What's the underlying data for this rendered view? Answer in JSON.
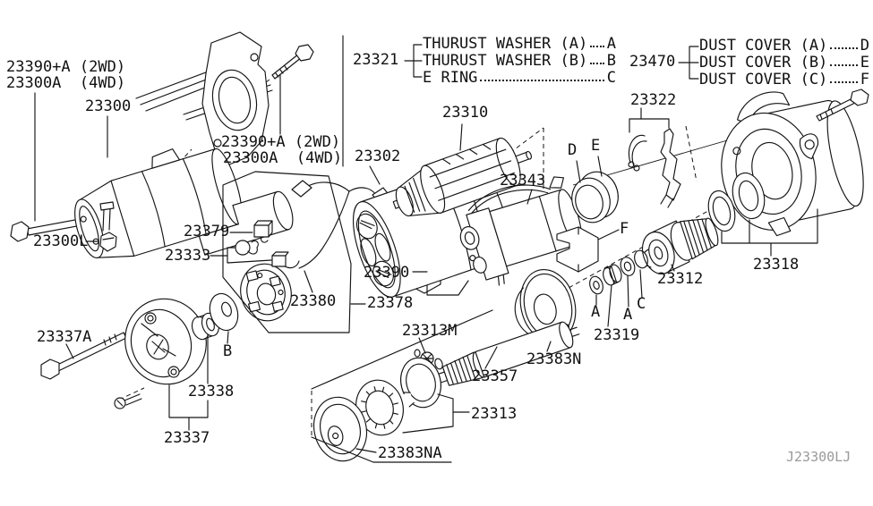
{
  "diagram": {
    "figure_code": "J23300LJ",
    "legends": [
      {
        "code": "23321",
        "items": [
          {
            "name": "THURUST WASHER (A)",
            "key": "A"
          },
          {
            "name": "THURUST WASHER (B)",
            "key": "B"
          },
          {
            "name": "E RING",
            "key": "C"
          }
        ]
      },
      {
        "code": "23470",
        "items": [
          {
            "name": "DUST COVER (A)",
            "key": "D"
          },
          {
            "name": "DUST COVER (B)",
            "key": "E"
          },
          {
            "name": "DUST COVER (C)",
            "key": "F"
          }
        ]
      }
    ],
    "labels": [
      {
        "text": "23390+A (2WD)"
      },
      {
        "text": "23300A  (4WD)"
      },
      {
        "text": "23300"
      },
      {
        "text": "23390+A (2WD)"
      },
      {
        "text": "23300A  (4WD)"
      },
      {
        "text": "23300L"
      },
      {
        "text": "23379"
      },
      {
        "text": "23333"
      },
      {
        "text": "23380"
      },
      {
        "text": "23378"
      },
      {
        "text": "23390"
      },
      {
        "text": "23302"
      },
      {
        "text": "23310"
      },
      {
        "text": "23343"
      },
      {
        "text": "D"
      },
      {
        "text": "E"
      },
      {
        "text": "23322"
      },
      {
        "text": "F"
      },
      {
        "text": "23312"
      },
      {
        "text": "23318"
      },
      {
        "text": "C"
      },
      {
        "text": "A"
      },
      {
        "text": "A"
      },
      {
        "text": "23319"
      },
      {
        "text": "23383N"
      },
      {
        "text": "23313M"
      },
      {
        "text": "23357"
      },
      {
        "text": "23313"
      },
      {
        "text": "23383NA"
      },
      {
        "text": "23337A"
      },
      {
        "text": "B"
      },
      {
        "text": "23338"
      },
      {
        "text": "23337"
      }
    ]
  }
}
